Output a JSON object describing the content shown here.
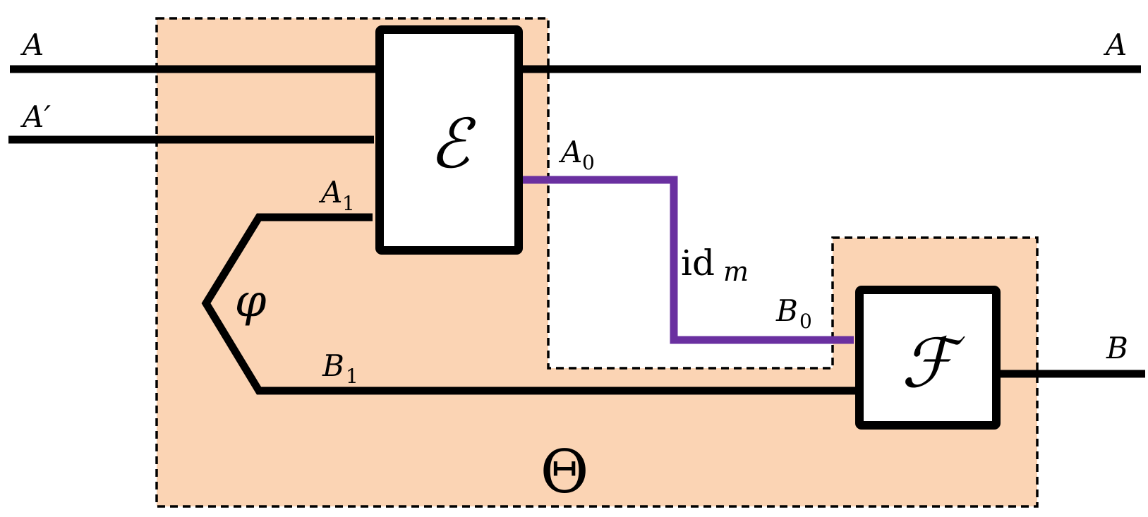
{
  "labels": {
    "a_in": "A",
    "a_out": "A",
    "a_prime": "A′",
    "a0": "A",
    "a0_sub": "0",
    "a1": "A",
    "a1_sub": "1",
    "b0": "B",
    "b0_sub": "0",
    "b1": "B",
    "b1_sub": "1",
    "b_out": "B",
    "id": "id",
    "id_sub": "m",
    "phi": "φ",
    "theta": "Θ",
    "e_box": "ℰ",
    "f_box": "ℱ"
  },
  "colors": {
    "comb_fill": "#fbd4b4",
    "identity_wire": "#6a30a0",
    "wire": "#000000"
  }
}
